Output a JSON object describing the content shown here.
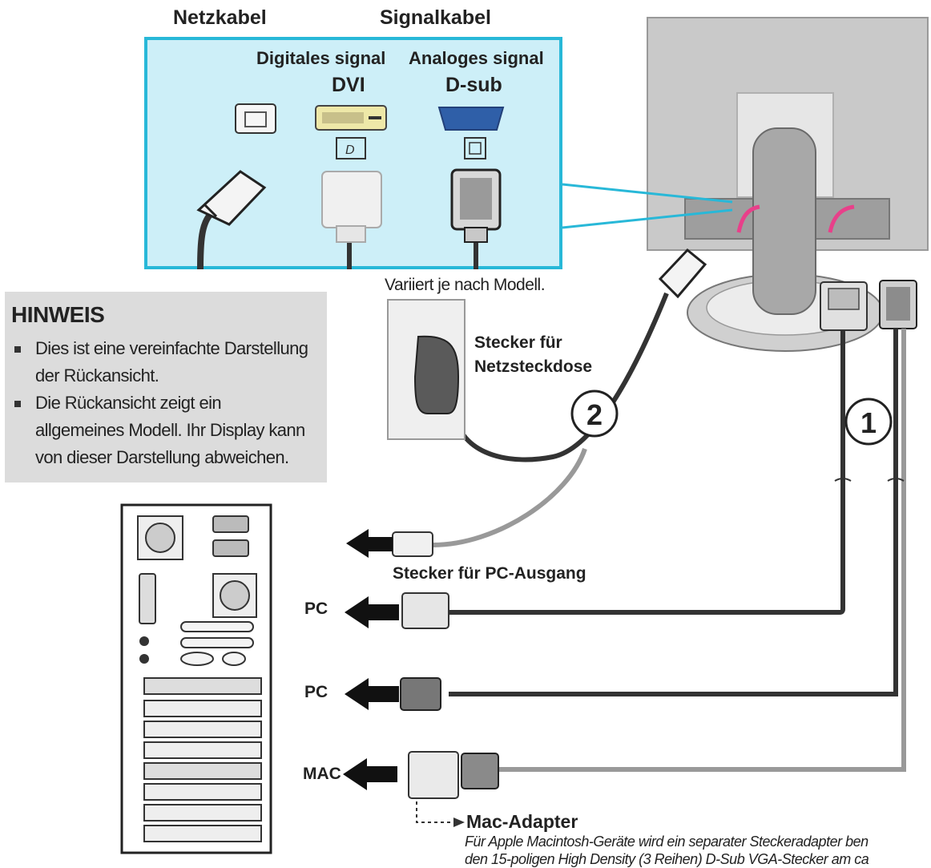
{
  "headers": {
    "power_cable": "Netzkabel",
    "signal_cable": "Signalkabel"
  },
  "inset": {
    "digital": "Digitales signal",
    "analog": "Analoges signal",
    "dvi": "DVI",
    "dsub": "D-sub"
  },
  "varies_note": "Variiert je nach Modell.",
  "hinweis": {
    "title": "HINWEIS",
    "items": [
      {
        "line1": "Dies ist eine vereinfachte Darstellung",
        "line2": "der Rückansicht."
      },
      {
        "line1": "Die Rückansicht zeigt ein",
        "line2": "allgemeines Modell. Ihr Display kann",
        "line3": "von dieser Darstellung abweichen."
      }
    ]
  },
  "labels": {
    "wall_plug_1": "Stecker für",
    "wall_plug_2": "Netzsteckdose",
    "pc_output_plug": "Stecker für PC-Ausgang",
    "pc_1": "PC",
    "pc_2": "PC",
    "mac": "MAC",
    "mac_adapter": "Mac-Adapter",
    "footnote_1": "Für Apple Macintosh-Geräte wird ein separater Steckeradapter ben",
    "footnote_2": "den 15-poligen High Density (3 Reihen) D-Sub VGA-Stecker am ca"
  },
  "steps": {
    "step_1": "1",
    "step_2": "2"
  },
  "colors": {
    "inset_border": "#28b8d8",
    "inset_fill": "#cdeff8",
    "note_fill": "#dcdcdc",
    "arrow_pink": "#e8408a"
  }
}
